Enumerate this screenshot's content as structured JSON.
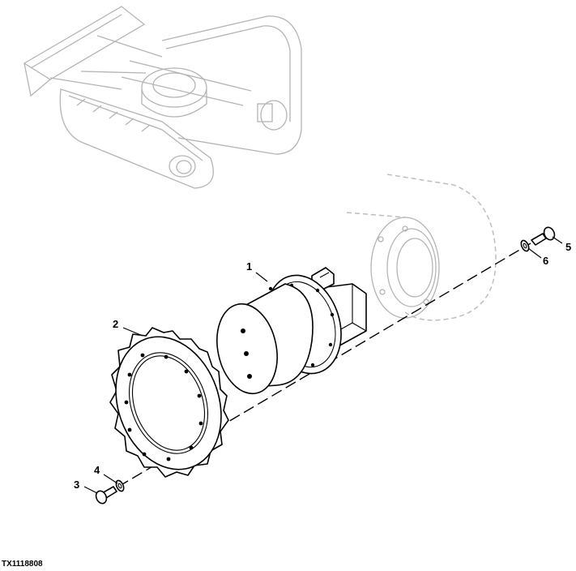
{
  "figure_id": "TX1118808",
  "callouts": {
    "c1": "1",
    "c2": "2",
    "c3": "3",
    "c4": "4",
    "c5": "5",
    "c6": "6"
  }
}
